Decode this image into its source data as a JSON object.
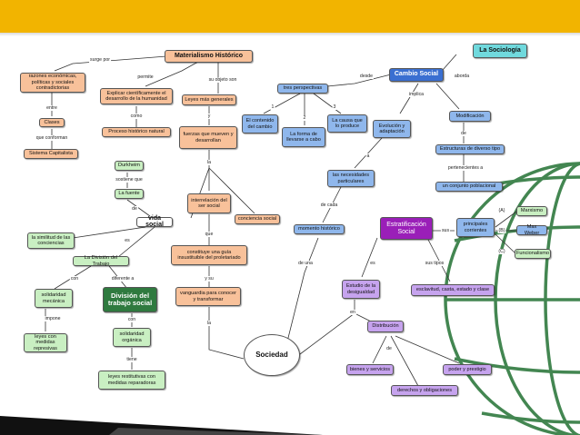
{
  "colors": {
    "banner": "#f2b400",
    "salmon": "#f8c19a",
    "blue": "#8fb7ec",
    "green": "#c9efc2",
    "purple": "#c6a3ee",
    "cyan": "#70d9dd",
    "dark_green": "#2f7a3f",
    "dark_purple": "#9a1fb8",
    "globe": "#2f7a3f"
  },
  "nodes": {
    "la_sociologia": "La Sociología",
    "materialismo_historico": "Materialismo Histórico",
    "cambio_social": "Cambio Social",
    "razones": "razones económicas, políticas y sociales contradictorias",
    "clases": "Clases",
    "sistema_capitalista": "Sistema Capitalista",
    "explicar": "Explicar científicamente el desarrollo de la humanidad",
    "leyes_mas_generales": "Leyes más generales",
    "proceso_historico": "Proceso histórico natural",
    "fuerzas": "fuerzas que mueven y desarrollan",
    "tres_perspectivas": "tres perspectivas",
    "el_contenido": "El contenido del cambio",
    "la_forma": "La forma de llevarse a cabo",
    "la_causa": "La causa que lo produce",
    "evolucion": "Evolución y adaptación",
    "modificacion": "Modificación",
    "estructuras": "Estructuras de diverso tipo",
    "un_conjunto": "un conjunto poblacional",
    "durkheim": "Durkheim",
    "la_fuente": "La fuente",
    "vida_social": "vida social",
    "interrelacion": "interrelación del ser social",
    "conciencia_social": "conciencia social",
    "las_necesidades": "las necesidades particulares",
    "momento_historico": "momento histórico",
    "estratificacion": "Estratificación Social",
    "principales_corrientes": "principales corrientes",
    "marxismo": "Marxismo",
    "max_weber": "Max Weber",
    "funcionalismo": "Funcionalismo",
    "la_similitud": "la similitud de las conciencias",
    "la_division": "La División del Trabajo",
    "constituye": "constituye una guía insustituible del proletariado",
    "solidaridad_mecanica": "solidaridad mecánica",
    "division_trabajo_social": "División del trabajo social",
    "vanguardia": "vanguardia para conocer y transformar",
    "estudio": "Estudio de la desigualdad",
    "esclavitud": "esclavitud, casta, estado y clase",
    "leyes_con_medidas": "leyes con medidas represivas",
    "solidaridad_organica": "solidaridad orgánica",
    "sociedad": "Sociedad",
    "distribucion": "Distribución",
    "bienes": "bienes y servicios",
    "poder": "poder y prestigio",
    "derechos": "derechos y obligaciones",
    "leyes_restitutivas": "leyes restitutivas con medidas reparadoras"
  },
  "labels": {
    "surge_por": "surge por",
    "su_objeto_son": "su objeto son",
    "permite": "permite",
    "entre": "entre",
    "que_conforman": "que conforman",
    "como": "como",
    "y": "y",
    "desde": "desde",
    "aborda": "aborda",
    "implica": "implica",
    "n1": "1",
    "n2": "2",
    "n3": "3",
    "a": "a",
    "de": "de",
    "pertenecientes_a": "pertenecientes a",
    "sostiene_que": "sostiene que",
    "de2": "de",
    "la": "la",
    "de_cada": "de cada",
    "sus": "sus",
    "A": "(A)",
    "B": "(B)",
    "C": "(C)",
    "es": "es",
    "que": "que",
    "con": "con",
    "diferente_a": "diferente a",
    "y_su": "y su",
    "de_una": "de una",
    "es2": "es",
    "sus_tipos": "sus tipos",
    "impone": "impone",
    "con2": "con",
    "la2": "la",
    "en": "en",
    "tiene": "tiene",
    "de3": "de"
  }
}
